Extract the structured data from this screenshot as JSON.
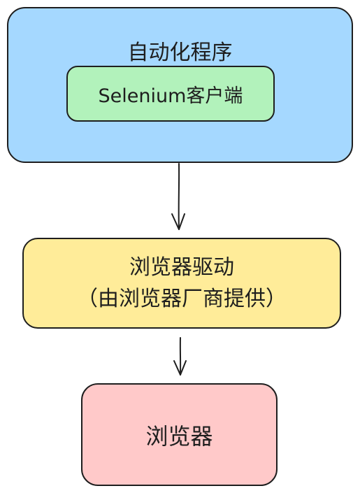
{
  "diagram": {
    "automation_program": {
      "title": "自动化程序",
      "client_label": "Selenium客户端"
    },
    "browser_driver": {
      "line1": "浏览器驱动",
      "line2": "（由浏览器厂商提供）"
    },
    "browser": {
      "label": "浏览器"
    },
    "colors": {
      "automation_fill": "#a5d8ff",
      "client_fill": "#b2f2bb",
      "driver_fill": "#ffec99",
      "browser_fill": "#ffc9c9",
      "stroke": "#1e1e1e"
    }
  }
}
